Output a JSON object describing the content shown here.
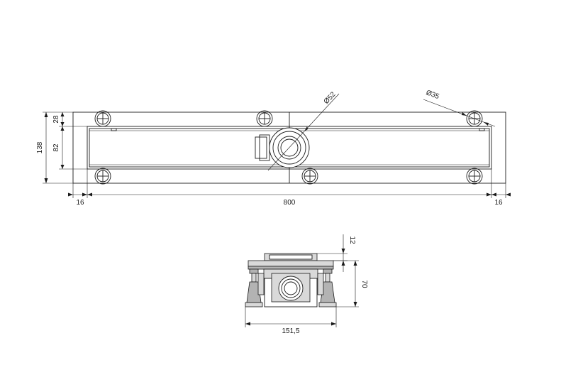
{
  "top_view": {
    "dim_overall_height": "138",
    "dim_top_offset": "28",
    "dim_channel_height": "82",
    "dim_left_margin": "16",
    "dim_length": "800",
    "dim_right_margin": "16",
    "dim_outlet_diameter": "Ø52",
    "dim_foot_diameter": "Ø35"
  },
  "side_view": {
    "dim_cover_thickness": "12",
    "dim_height": "70",
    "dim_width": "151,5"
  },
  "colors": {
    "line": "#1a1a1a",
    "fill_light": "#d9d9d9",
    "fill_dark": "#b3b3b3"
  }
}
